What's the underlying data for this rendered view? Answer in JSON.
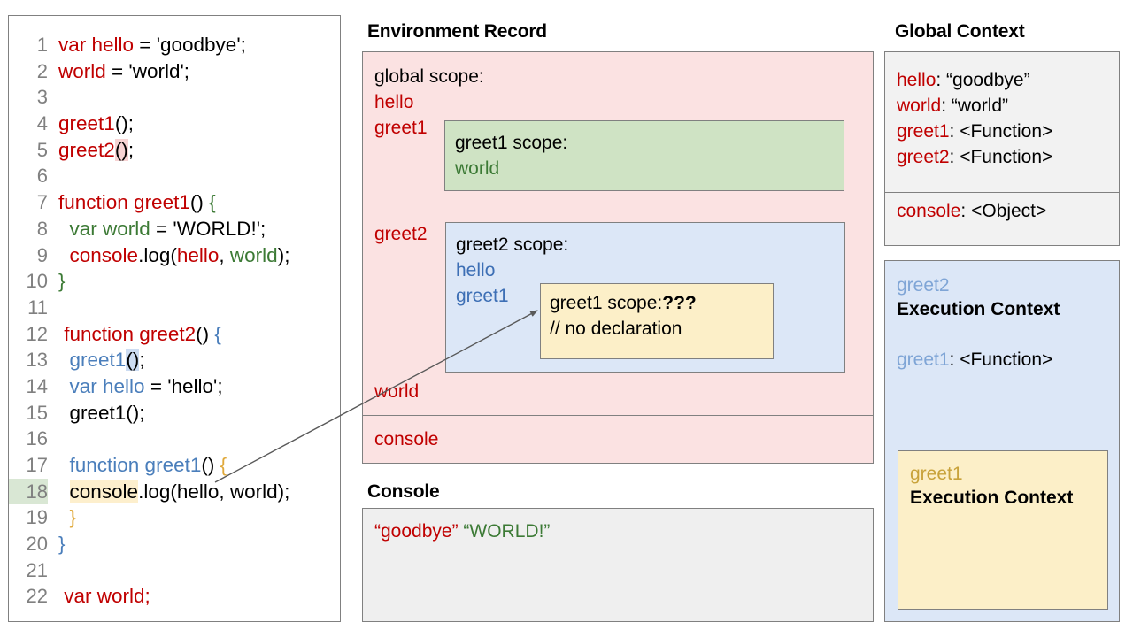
{
  "code_panel": {
    "lines": [
      {
        "num": "1",
        "tokens": [
          {
            "t": "var hello",
            "c": "red"
          },
          {
            "t": " = 'goodbye';",
            "c": "blk"
          }
        ]
      },
      {
        "num": "2",
        "tokens": [
          {
            "t": "world",
            "c": "red"
          },
          {
            "t": " = 'world';",
            "c": "blk"
          }
        ]
      },
      {
        "num": "3",
        "tokens": []
      },
      {
        "num": "4",
        "tokens": [
          {
            "t": "greet1",
            "c": "red"
          },
          {
            "t": "();",
            "c": "blk"
          }
        ]
      },
      {
        "num": "5",
        "tokens": [
          {
            "t": "greet2",
            "c": "red"
          },
          {
            "t": "()",
            "c": "blk",
            "hl": "hl-pink"
          },
          {
            "t": ";",
            "c": "blk"
          }
        ]
      },
      {
        "num": "6",
        "tokens": []
      },
      {
        "num": "7",
        "tokens": [
          {
            "t": "function greet1",
            "c": "red"
          },
          {
            "t": "() ",
            "c": "blk"
          },
          {
            "t": "{",
            "c": "grn"
          }
        ]
      },
      {
        "num": "8",
        "tokens": [
          {
            "t": "  var world",
            "c": "grn"
          },
          {
            "t": " = 'WORLD!';",
            "c": "blk"
          }
        ]
      },
      {
        "num": "9",
        "tokens": [
          {
            "t": "  ",
            "c": "blk"
          },
          {
            "t": "console",
            "c": "red"
          },
          {
            "t": ".log(",
            "c": "blk"
          },
          {
            "t": "hello",
            "c": "red"
          },
          {
            "t": ", ",
            "c": "blk"
          },
          {
            "t": "world",
            "c": "grn"
          },
          {
            "t": ");",
            "c": "blk"
          }
        ]
      },
      {
        "num": "10",
        "tokens": [
          {
            "t": "}",
            "c": "grn"
          }
        ]
      },
      {
        "num": "11",
        "tokens": []
      },
      {
        "num": "12",
        "tokens": [
          {
            "t": " function greet2",
            "c": "red"
          },
          {
            "t": "() ",
            "c": "blk"
          },
          {
            "t": "{",
            "c": "blu"
          }
        ]
      },
      {
        "num": "13",
        "tokens": [
          {
            "t": "  greet1",
            "c": "blu"
          },
          {
            "t": "()",
            "c": "blk",
            "hl": "hl-blue"
          },
          {
            "t": ";",
            "c": "blk"
          }
        ]
      },
      {
        "num": "14",
        "tokens": [
          {
            "t": "  var hello",
            "c": "blu"
          },
          {
            "t": " = 'hello';",
            "c": "blk"
          }
        ]
      },
      {
        "num": "15",
        "tokens": [
          {
            "t": "  greet1();",
            "c": "blk"
          }
        ]
      },
      {
        "num": "16",
        "tokens": []
      },
      {
        "num": "17",
        "tokens": [
          {
            "t": "  function greet1",
            "c": "blu"
          },
          {
            "t": "() ",
            "c": "blk"
          },
          {
            "t": "{",
            "c": "gld"
          }
        ]
      },
      {
        "num": "18",
        "tokens": [
          {
            "t": "  ",
            "c": "blk"
          },
          {
            "t": "console",
            "c": "blk",
            "hl": "hl-yellow"
          },
          {
            "t": ".log(hello, world);",
            "c": "blk"
          }
        ],
        "num_hl": true
      },
      {
        "num": "19",
        "tokens": [
          {
            "t": "  }",
            "c": "gld"
          }
        ]
      },
      {
        "num": "20",
        "tokens": [
          {
            "t": "}",
            "c": "blu"
          }
        ]
      },
      {
        "num": "21",
        "tokens": []
      },
      {
        "num": "22",
        "tokens": [
          {
            "t": " var world;",
            "c": "red"
          }
        ]
      }
    ]
  },
  "environment_record": {
    "title": "Environment Record",
    "global_scope_label": "global scope:",
    "global_bindings": [
      "hello",
      "greet1",
      "greet2",
      "world"
    ],
    "tail_binding": "console",
    "greet1_scope": {
      "title": "greet1 scope:",
      "bindings": [
        "world"
      ]
    },
    "greet2_scope": {
      "title": "greet2 scope:",
      "bindings": [
        "hello",
        "greet1"
      ],
      "nested_greet1_scope": {
        "title": "greet1 scope:",
        "unknown_marker": "???",
        "comment": "// no declaration"
      }
    }
  },
  "console_panel": {
    "title": "Console",
    "output": [
      {
        "text": "“goodbye”",
        "color": "#c00000"
      },
      {
        "text": "“WORLD!”",
        "color": "#3c7a35"
      }
    ],
    "output_joined": "“goodbye” “WORLD!”"
  },
  "global_context": {
    "title": "Global Context",
    "entries": [
      {
        "key": "hello",
        "value": "“goodbye”"
      },
      {
        "key": "world",
        "value": "“world”"
      },
      {
        "key": "greet1",
        "value": "<Function>"
      },
      {
        "key": "greet2",
        "value": "<Function>"
      }
    ],
    "tail_entry": {
      "key": "console",
      "value": "<Object>"
    }
  },
  "greet2_execution_context": {
    "name": "greet2",
    "title": "Execution Context",
    "entry": {
      "key": "greet1",
      "value": "<Function>"
    },
    "nested": {
      "name": "greet1",
      "title": "Execution Context"
    }
  },
  "colors": {
    "red": "#c00000",
    "green": "#3c7a35",
    "blue": "#3d6fb5",
    "gold": "#e0a93b",
    "env_bg": "#fbe2e2",
    "greet1_scope_bg": "#cfe3c4",
    "greet2_scope_bg": "#dce7f7",
    "inner_scope_bg": "#fcefc8",
    "console_bg": "#efefef",
    "global_ctx_bg": "#f2f2f2",
    "border": "#808080"
  }
}
